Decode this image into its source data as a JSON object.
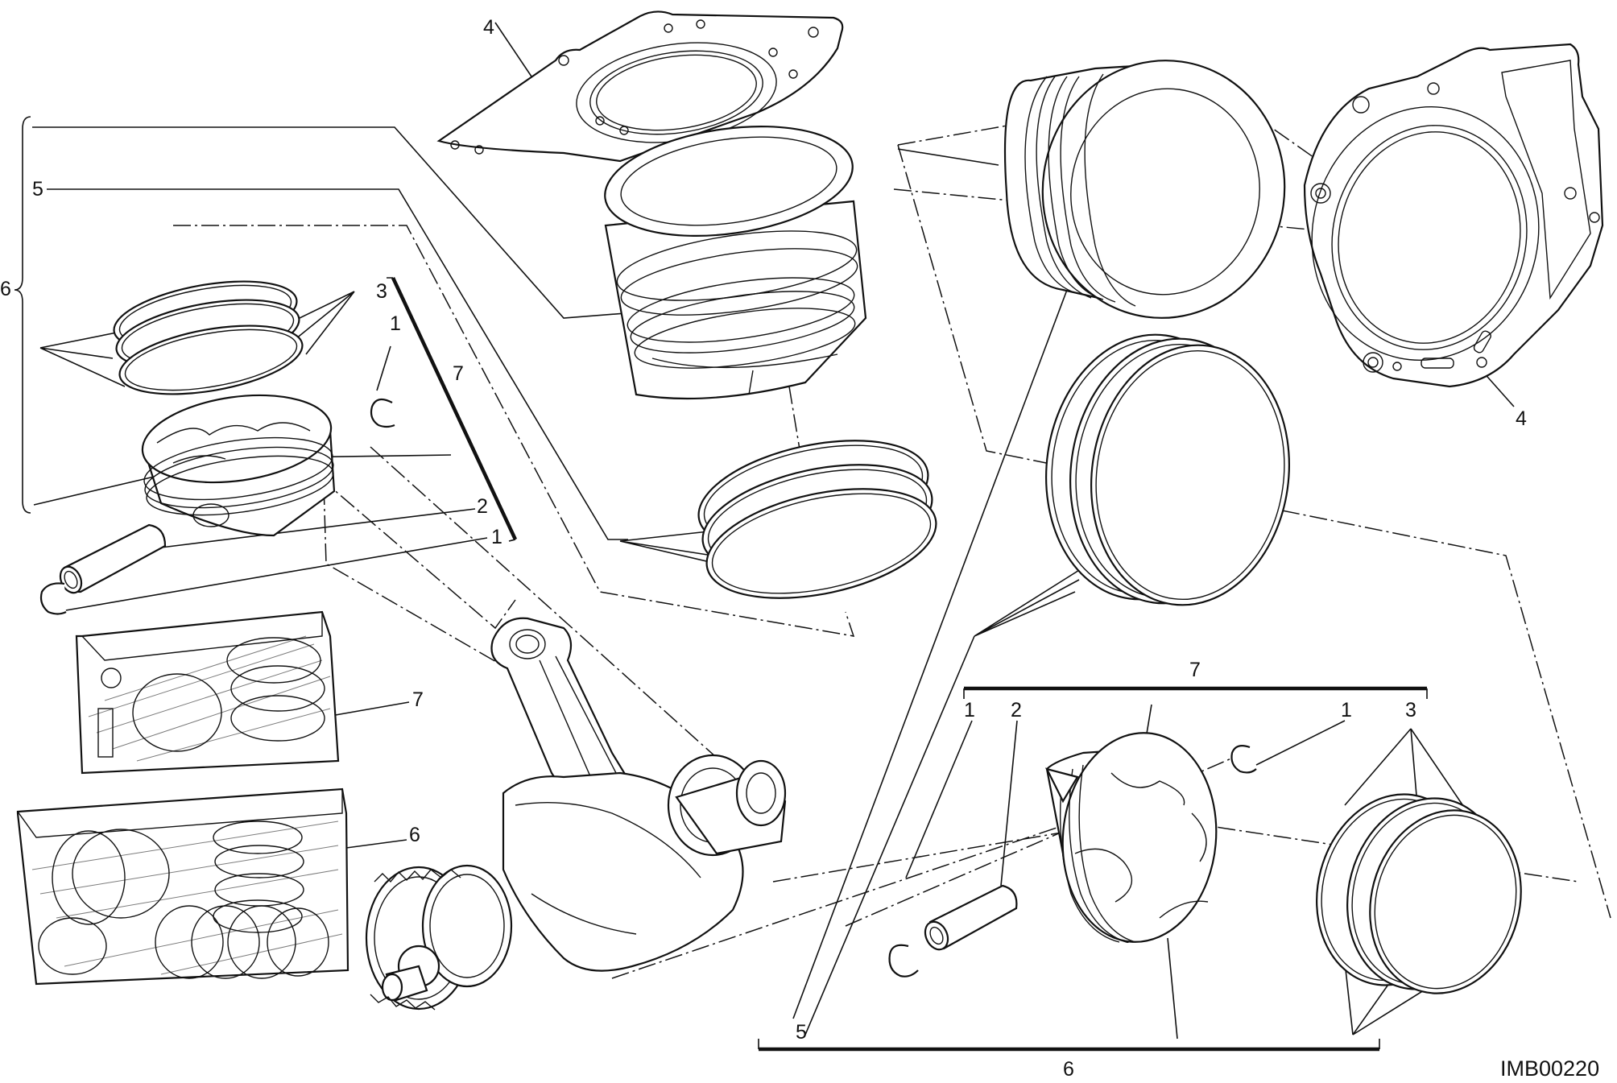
{
  "callouts": {
    "c1": "4",
    "c2": "5",
    "c3": "6",
    "c4": "3",
    "c5": "1",
    "c6": "7",
    "c7": "2",
    "c8": "1",
    "c9": "7",
    "c10": "6",
    "c11": "4",
    "c12": "7",
    "c13": "1",
    "c14": "2",
    "c15": "1",
    "c16": "3",
    "c17": "5",
    "c18": "6"
  },
  "drawing_code": "IMB00220"
}
